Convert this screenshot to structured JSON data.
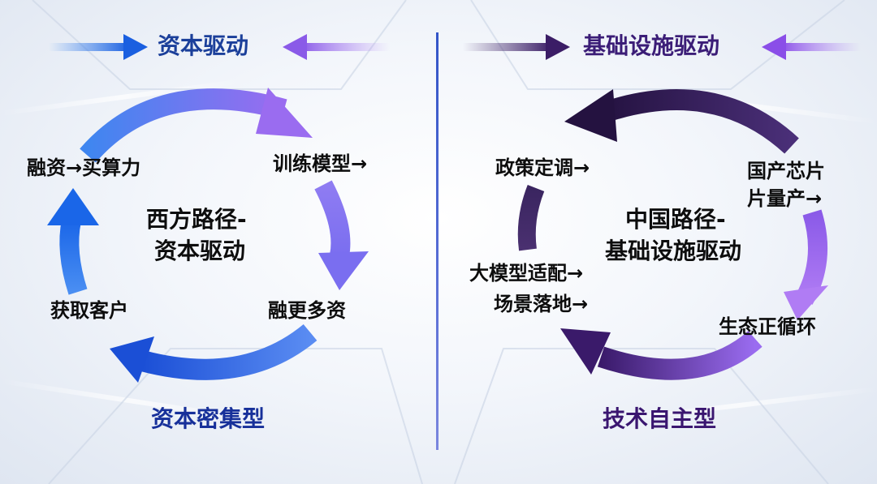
{
  "left": {
    "title": "资本驱动",
    "center_line1": "西方路径-",
    "center_line2": "资本驱动",
    "steps": [
      "融资→买算力",
      "训练模型→",
      "融更多资",
      "获取客户"
    ],
    "bottom": "资本密集型",
    "colors": {
      "arrow_start": "#1a5fe0",
      "arrow_end": "#9a6cf0"
    }
  },
  "right": {
    "title": "基础设施驱动",
    "center_line1": "中国路径-",
    "center_line2": "基础设施驱动",
    "steps": {
      "policy": "政策定调→",
      "chip_line1": "国产芯片",
      "chip_line2": "片量产→",
      "eco": "生态正循环",
      "model_line1": "大模型适配→",
      "model_line2": "场景落地→"
    },
    "bottom": "技术自主型",
    "colors": {
      "arrow_dark": "#2c1650",
      "arrow_light": "#9a6cf0"
    }
  }
}
